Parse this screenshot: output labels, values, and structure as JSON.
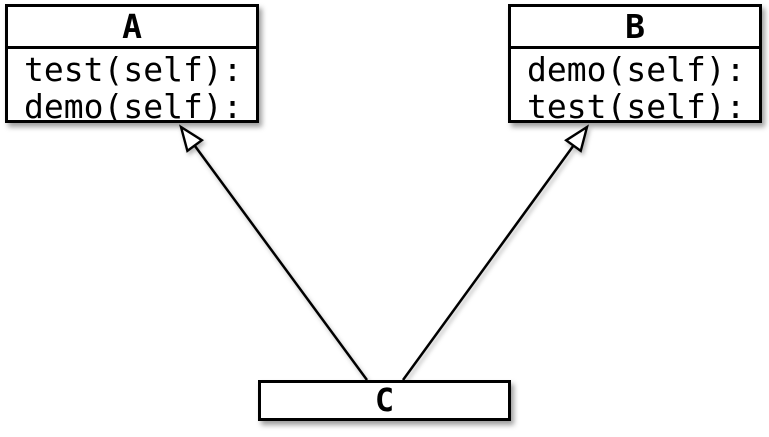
{
  "diagram": {
    "kind": "uml-class-diagram",
    "classes": [
      {
        "name": "A",
        "methods": [
          "test(self):",
          "demo(self):"
        ]
      },
      {
        "name": "B",
        "methods": [
          "demo(self):",
          "test(self):"
        ]
      },
      {
        "name": "C",
        "methods": []
      }
    ],
    "relations": [
      {
        "from": "C",
        "to": "A",
        "type": "inheritance"
      },
      {
        "from": "C",
        "to": "B",
        "type": "inheritance"
      }
    ],
    "colors": {
      "stroke": "#000000",
      "fill": "#ffffff",
      "background": "#ffffff"
    }
  }
}
